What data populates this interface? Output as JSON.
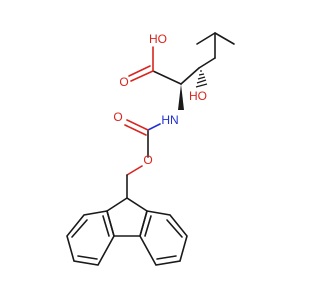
{
  "molecule": {
    "atom_labels": {
      "acid_oh": "HO",
      "acid_o": "O",
      "hydroxyl": "HO",
      "amine": "HN",
      "carbamate_o": "O",
      "ester_o": "O"
    },
    "colors": {
      "bond": "#1a1a1a",
      "oxygen": "#d9251e",
      "nitrogen": "#1f2fd6"
    }
  }
}
